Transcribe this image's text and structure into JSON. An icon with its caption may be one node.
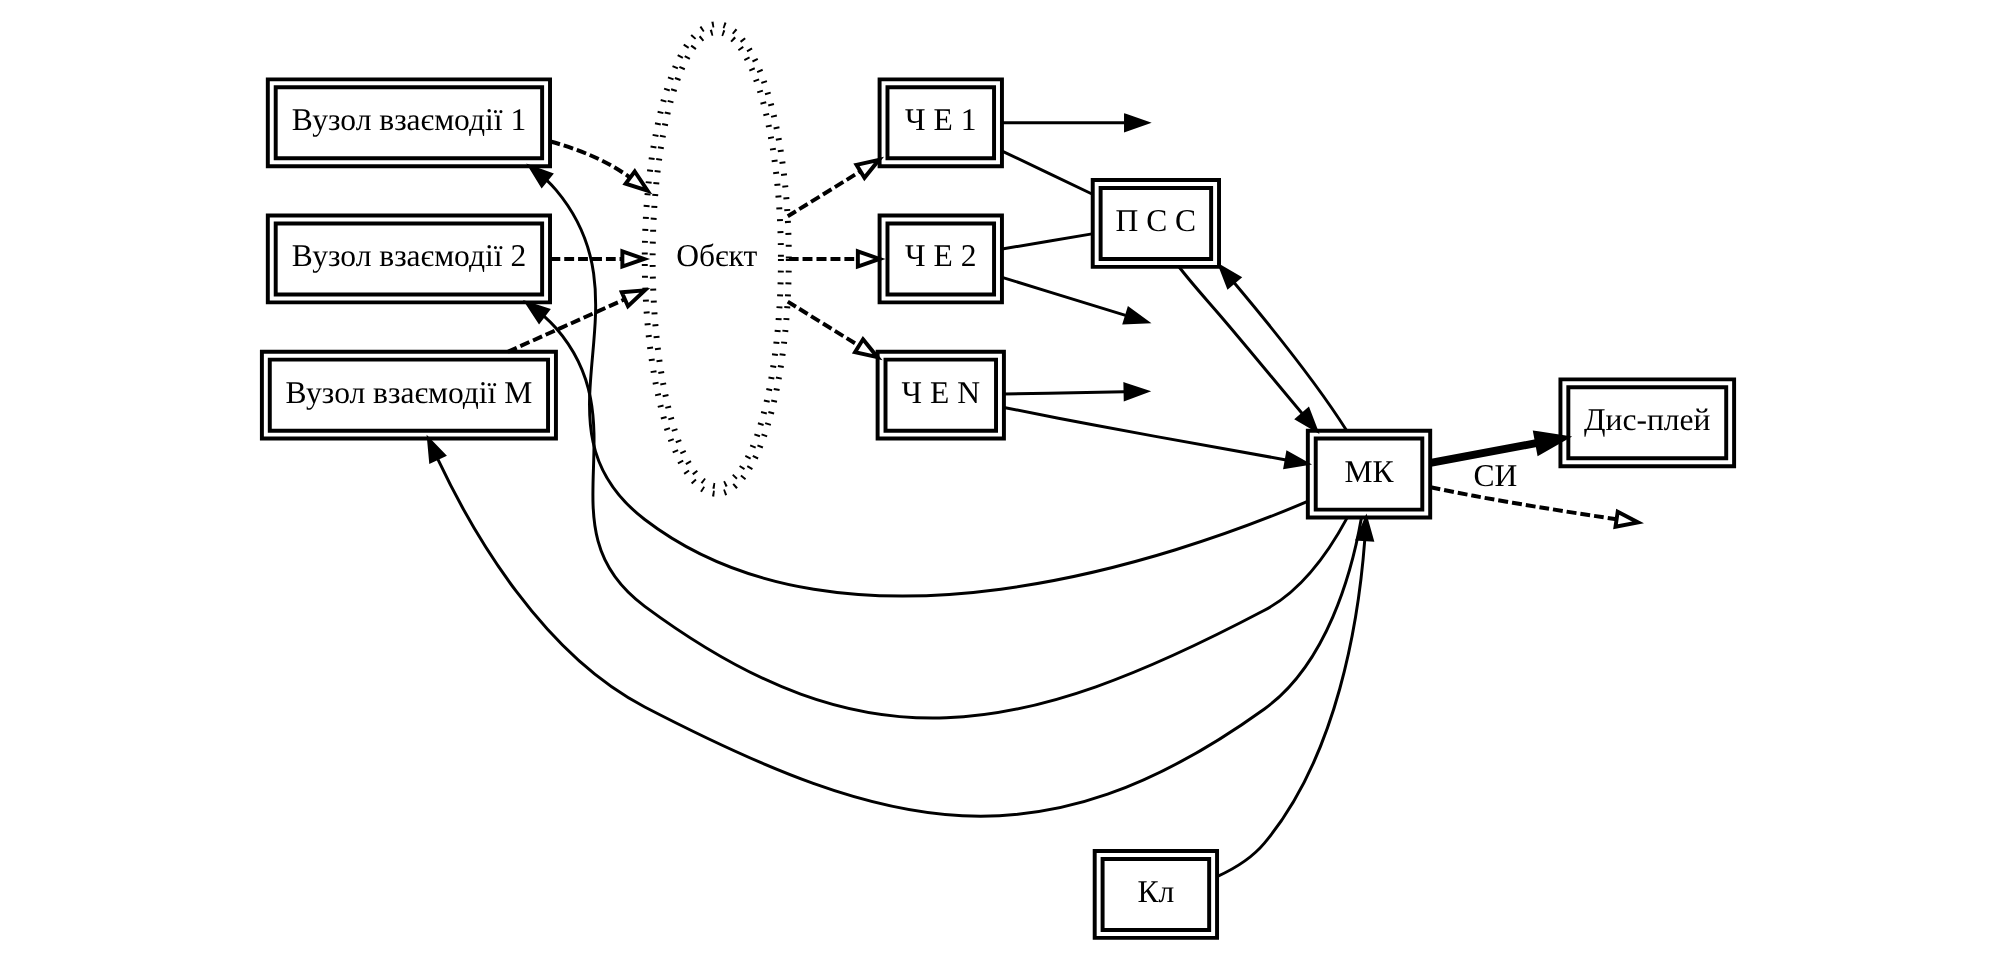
{
  "diagram": {
    "nodes": [
      {
        "text": [
          "Вузол взаємодії 1"
        ]
      },
      {
        "text": [
          "Вузол взаємодії 2"
        ]
      },
      {
        "text": [
          "Вузол взаємодії M"
        ]
      },
      {
        "text": [
          "Обєкт"
        ]
      },
      {
        "text": [
          "Ч Е 1"
        ]
      },
      {
        "text": [
          "Ч Е 2"
        ]
      },
      {
        "text": [
          "Ч Е N"
        ]
      },
      {
        "text": [
          "П С С"
        ]
      },
      {
        "text": [
          "МК"
        ]
      },
      {
        "text": [
          "Кл"
        ]
      },
      {
        "text": [
          "Дис-плей"
        ]
      }
    ],
    "edges": [
      {
        "from": 8,
        "to": 0,
        "arrow": "to"
      },
      {
        "from": 8,
        "to": 1,
        "arrow": "to"
      },
      {
        "from": 8,
        "to": 2,
        "arrow": "to"
      },
      {
        "from": 0,
        "to": 3,
        "arrow": "to",
        "style": "dashed"
      },
      {
        "from": 1,
        "to": 3,
        "arrow": "to",
        "style": "dashed"
      },
      {
        "from": 2,
        "to": 3,
        "arrow": "to",
        "style": "dashed"
      },
      {
        "from": 3,
        "to": 4,
        "arrow": "to",
        "style": "dashed"
      },
      {
        "from": 3,
        "to": 5,
        "arrow": "to",
        "style": "dashed"
      },
      {
        "from": 3,
        "to": 6,
        "arrow": "to",
        "style": "dashed"
      },
      {
        "from": 4,
        "to": null,
        "arrow": "to"
      },
      {
        "from": 4,
        "to": 7,
        "arrow": "none"
      },
      {
        "from": 5,
        "to": 7,
        "arrow": "none"
      },
      {
        "from": 5,
        "to": null,
        "arrow": "to"
      },
      {
        "from": 6,
        "to": null,
        "arrow": "to"
      },
      {
        "from": 6,
        "to": 8,
        "arrow": "to"
      },
      {
        "from": 7,
        "to": 8,
        "arrow": "to"
      },
      {
        "from": 8,
        "to": 7,
        "arrow": "to"
      },
      {
        "from": 9,
        "to": 8,
        "arrow": "to"
      },
      {
        "from": 8,
        "to": 10,
        "arrow": "to",
        "style": "thick"
      },
      {
        "from": 8,
        "to": null,
        "arrow": "to",
        "style": "dashed",
        "label": "СИ"
      }
    ]
  }
}
